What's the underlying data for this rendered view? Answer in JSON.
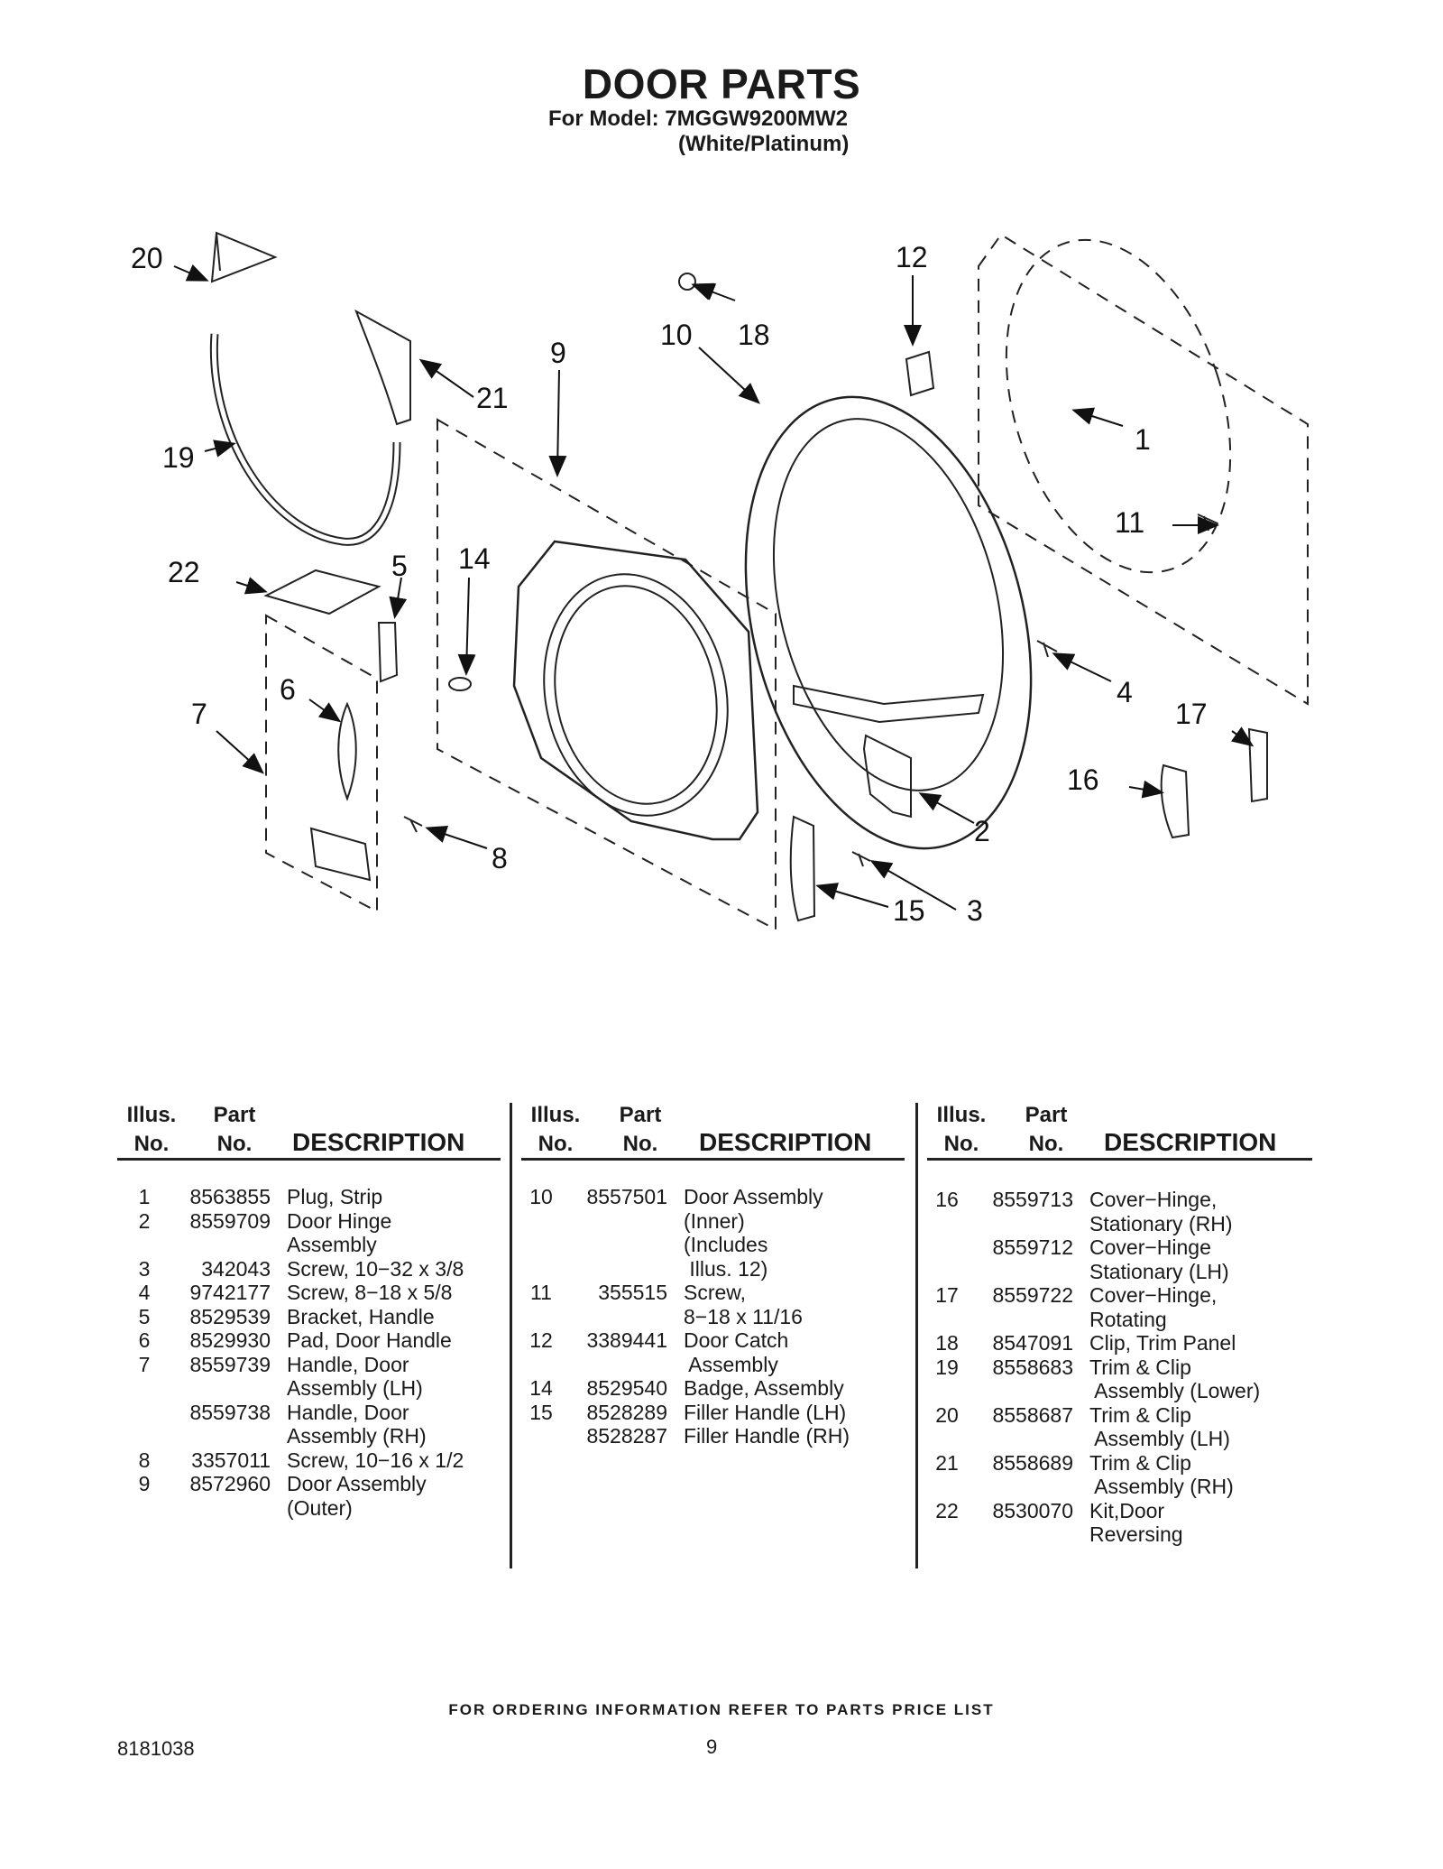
{
  "header": {
    "title": "DOOR PARTS",
    "model_line": "For Model: 7MGGW9200MW2",
    "variant": "(White/Platinum)"
  },
  "callouts": [
    "20",
    "12",
    "10",
    "18",
    "9",
    "21",
    "1",
    "19",
    "11",
    "22",
    "5",
    "14",
    "4",
    "17",
    "7",
    "6",
    "16",
    "2",
    "8",
    "15",
    "3"
  ],
  "table": {
    "headers": {
      "illus1": "Illus.",
      "illus2": "No.",
      "part1": "Part",
      "part2": "No.",
      "desc": "DESCRIPTION"
    },
    "columns": [
      [
        {
          "illus": "1",
          "part": "8563855",
          "desc": "Plug, Strip"
        },
        {
          "illus": "2",
          "part": "8559709",
          "desc": "Door Hinge"
        },
        {
          "illus": "",
          "part": "",
          "desc": "Assembly"
        },
        {
          "illus": "3",
          "part": "342043",
          "desc": "Screw, 10−32 x 3/8"
        },
        {
          "illus": "4",
          "part": "9742177",
          "desc": "Screw, 8−18 x 5/8"
        },
        {
          "illus": "5",
          "part": "8529539",
          "desc": "Bracket, Handle"
        },
        {
          "illus": "6",
          "part": "8529930",
          "desc": "Pad, Door Handle"
        },
        {
          "illus": "7",
          "part": "8559739",
          "desc": "Handle, Door"
        },
        {
          "illus": "",
          "part": "",
          "desc": "Assembly (LH)"
        },
        {
          "illus": "",
          "part": "8559738",
          "desc": "Handle, Door"
        },
        {
          "illus": "",
          "part": "",
          "desc": "Assembly (RH)"
        },
        {
          "illus": "8",
          "part": "3357011",
          "desc": "Screw, 10−16 x 1/2"
        },
        {
          "illus": "9",
          "part": "8572960",
          "desc": "Door Assembly"
        },
        {
          "illus": "",
          "part": "",
          "desc": "(Outer)"
        }
      ],
      [
        {
          "illus": "10",
          "part": "8557501",
          "desc": "Door Assembly"
        },
        {
          "illus": "",
          "part": "",
          "desc": "(Inner)"
        },
        {
          "illus": "",
          "part": "",
          "desc": "(Includes"
        },
        {
          "illus": "",
          "part": "",
          "desc": " Illus. 12)"
        },
        {
          "illus": "11",
          "part": "355515",
          "desc": "Screw,"
        },
        {
          "illus": "",
          "part": "",
          "desc": "8−18 x 11/16"
        },
        {
          "illus": "12",
          "part": "3389441",
          "desc": "Door Catch"
        },
        {
          "illus": "",
          "part": "",
          "desc": " Assembly"
        },
        {
          "illus": "14",
          "part": "8529540",
          "desc": "Badge, Assembly"
        },
        {
          "illus": "15",
          "part": "8528289",
          "desc": "Filler Handle (LH)"
        },
        {
          "illus": "",
          "part": "8528287",
          "desc": "Filler Handle (RH)"
        }
      ],
      [
        {
          "illus": "16",
          "part": "8559713",
          "desc": "Cover−Hinge,"
        },
        {
          "illus": "",
          "part": "",
          "desc": "Stationary (RH)"
        },
        {
          "illus": "",
          "part": "8559712",
          "desc": "Cover−Hinge"
        },
        {
          "illus": "",
          "part": "",
          "desc": "Stationary (LH)"
        },
        {
          "illus": "17",
          "part": "8559722",
          "desc": "Cover−Hinge,"
        },
        {
          "illus": "",
          "part": "",
          "desc": "Rotating"
        },
        {
          "illus": "18",
          "part": "8547091",
          "desc": "Clip, Trim Panel"
        },
        {
          "illus": "19",
          "part": "8558683",
          "desc": "Trim & Clip"
        },
        {
          "illus": "",
          "part": "",
          "desc": " Assembly (Lower)"
        },
        {
          "illus": "20",
          "part": "8558687",
          "desc": "Trim & Clip"
        },
        {
          "illus": "",
          "part": "",
          "desc": " Assembly (LH)"
        },
        {
          "illus": "21",
          "part": "8558689",
          "desc": "Trim & Clip"
        },
        {
          "illus": "",
          "part": "",
          "desc": " Assembly (RH)"
        },
        {
          "illus": "22",
          "part": "8530070",
          "desc": "Kit,Door"
        },
        {
          "illus": "",
          "part": "",
          "desc": "Reversing"
        }
      ]
    ]
  },
  "footer": {
    "ordering_note": "FOR ORDERING INFORMATION REFER TO PARTS PRICE LIST",
    "doc_number": "8181038",
    "page": "9"
  }
}
